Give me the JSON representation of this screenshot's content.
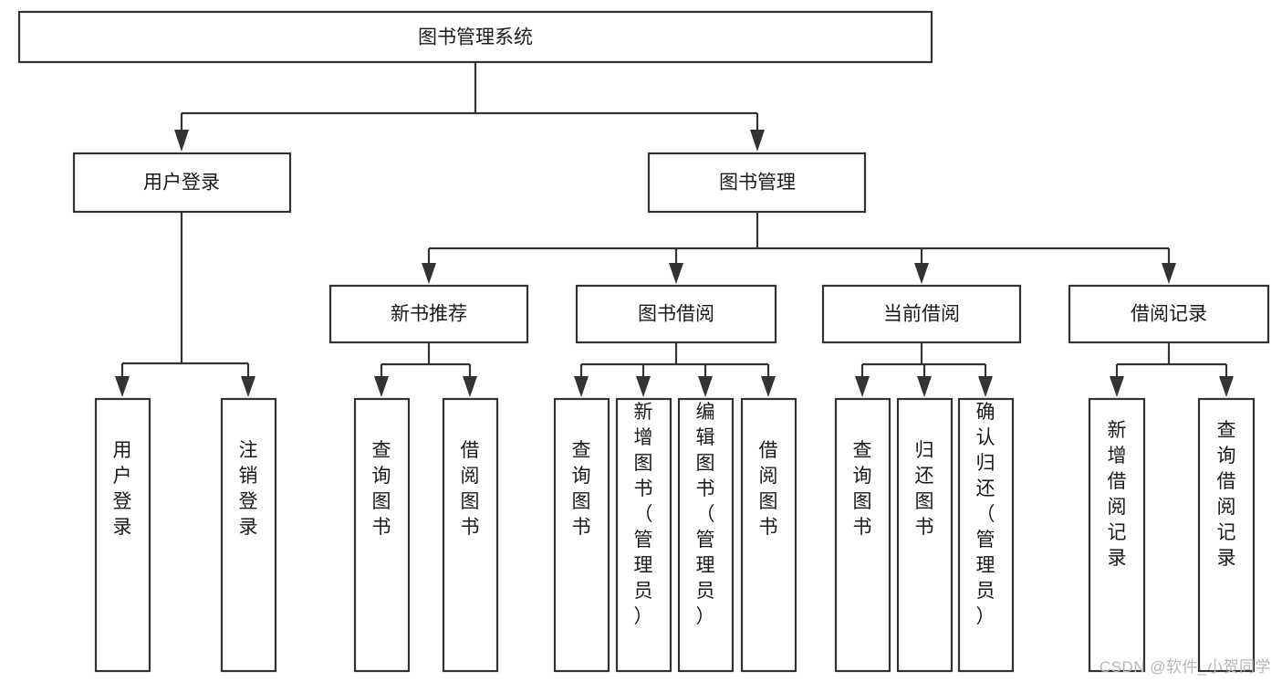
{
  "diagram": {
    "type": "tree-hierarchy-chart",
    "title_node": "图书管理系统",
    "watermark": "CSDN @软件_小贺同学",
    "colors": {
      "box_stroke": "#333333",
      "box_fill": "#ffffff",
      "text": "#1a1a1a",
      "watermark": "#b7b7b7",
      "background": "#ffffff"
    },
    "levels": [
      {
        "level": 1,
        "nodes": [
          {
            "id": "root",
            "label": "图书管理系统",
            "orientation": "horizontal"
          }
        ]
      },
      {
        "level": 2,
        "nodes": [
          {
            "id": "login",
            "label": "用户登录",
            "orientation": "horizontal",
            "parent": "root"
          },
          {
            "id": "bookmgmt",
            "label": "图书管理",
            "orientation": "horizontal",
            "parent": "root"
          }
        ]
      },
      {
        "level": 3,
        "nodes": [
          {
            "id": "newbook",
            "label": "新书推荐",
            "orientation": "horizontal",
            "parent": "bookmgmt"
          },
          {
            "id": "borrow",
            "label": "图书借阅",
            "orientation": "horizontal",
            "parent": "bookmgmt"
          },
          {
            "id": "current",
            "label": "当前借阅",
            "orientation": "horizontal",
            "parent": "bookmgmt"
          },
          {
            "id": "record",
            "label": "借阅记录",
            "orientation": "horizontal",
            "parent": "bookmgmt"
          }
        ]
      },
      {
        "level": 4,
        "nodes": [
          {
            "id": "leaf-1",
            "label": "用户登录",
            "orientation": "vertical",
            "parent": "login"
          },
          {
            "id": "leaf-2",
            "label": "注销登录",
            "orientation": "vertical",
            "parent": "login"
          },
          {
            "id": "leaf-3",
            "label": "查询图书",
            "orientation": "vertical",
            "parent": "newbook"
          },
          {
            "id": "leaf-4",
            "label": "借阅图书",
            "orientation": "vertical",
            "parent": "newbook"
          },
          {
            "id": "leaf-5",
            "label": "查询图书",
            "orientation": "vertical",
            "parent": "borrow"
          },
          {
            "id": "leaf-6",
            "label": "新增图书（管理员）",
            "orientation": "vertical",
            "parent": "borrow"
          },
          {
            "id": "leaf-7",
            "label": "编辑图书（管理员）",
            "orientation": "vertical",
            "parent": "borrow"
          },
          {
            "id": "leaf-8",
            "label": "借阅图书",
            "orientation": "vertical",
            "parent": "borrow"
          },
          {
            "id": "leaf-9",
            "label": "查询图书",
            "orientation": "vertical",
            "parent": "current"
          },
          {
            "id": "leaf-10",
            "label": "归还图书",
            "orientation": "vertical",
            "parent": "current"
          },
          {
            "id": "leaf-11",
            "label": "确认归还（管理员）",
            "orientation": "vertical",
            "parent": "current"
          },
          {
            "id": "leaf-12",
            "label": "新增借阅记录",
            "orientation": "vertical",
            "parent": "record"
          },
          {
            "id": "leaf-13",
            "label": "查询借阅记录",
            "orientation": "vertical",
            "parent": "record"
          }
        ]
      }
    ]
  }
}
